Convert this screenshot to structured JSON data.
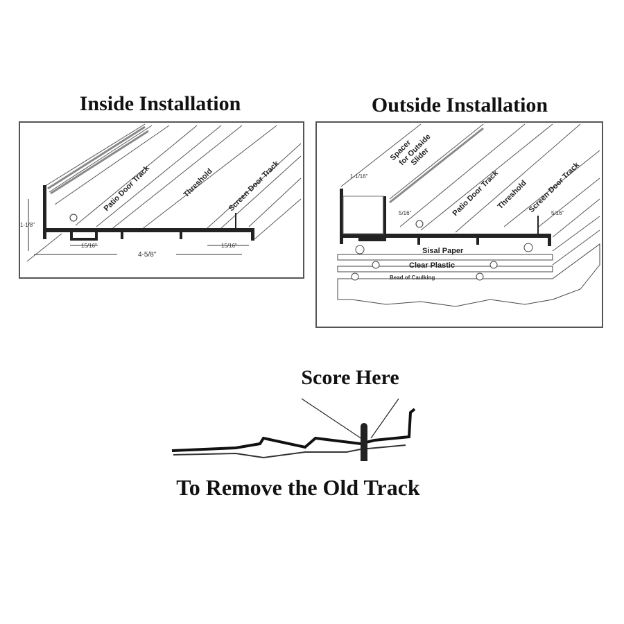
{
  "inside": {
    "title": "Inside Installation",
    "labels": {
      "patio_track": "Patio Door Track",
      "threshold": "Threshold",
      "screen_track": "Screen Door Track",
      "height": "1-1/8\"",
      "width_left": "15/16\"",
      "width_right": "15/16\"",
      "overall": "4-5/8\""
    }
  },
  "outside": {
    "title": "Outside Installation",
    "labels": {
      "spacer_1": "Spacer",
      "spacer_2": "for Outside",
      "spacer_3": "Slider",
      "spacer_width": "1-1/16\"",
      "left_gap": "5/16\"",
      "right_gap": "5/16\"",
      "patio_track": "Patio Door Track",
      "threshold": "Threshold",
      "screen_track": "Screen Door Track",
      "sisal": "Sisal Paper",
      "plastic": "Clear Plastic",
      "caulking": "Bead of Caulking"
    }
  },
  "removal": {
    "score_label": "Score Here",
    "caption": "To Remove the Old Track"
  }
}
